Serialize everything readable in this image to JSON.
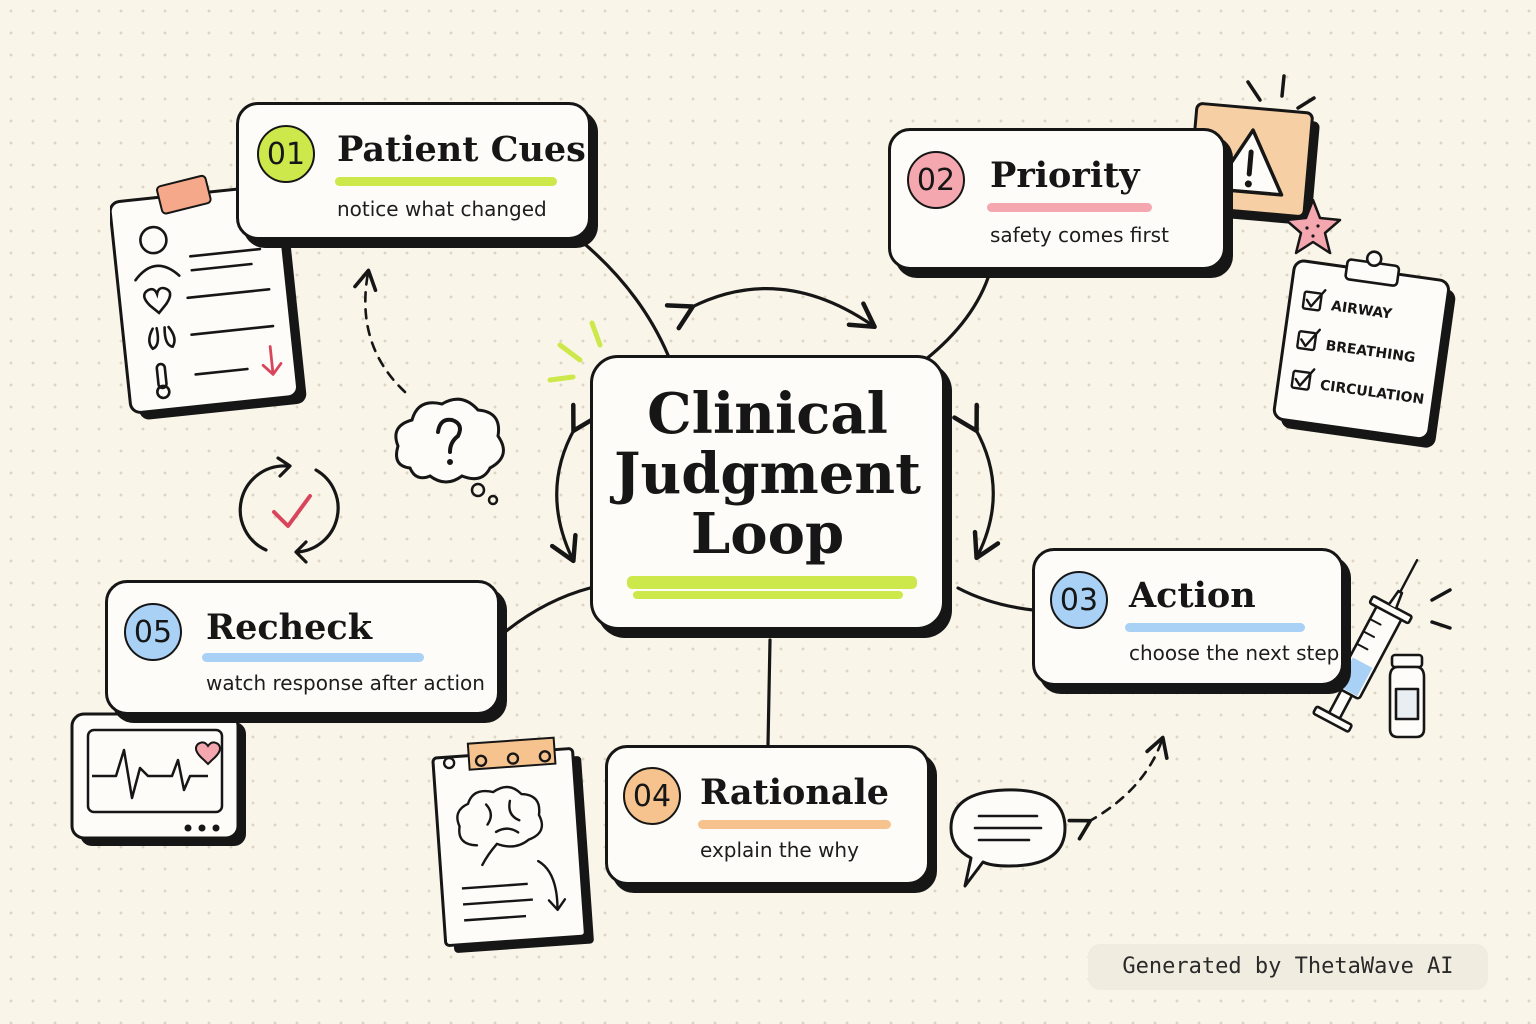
{
  "center": {
    "lines": [
      "Clinical",
      "Judgment",
      "Loop"
    ]
  },
  "steps": [
    {
      "number": "01",
      "title": "Patient Cues",
      "subtitle": "notice what changed",
      "color": "#cde84a"
    },
    {
      "number": "02",
      "title": "Priority",
      "subtitle": "safety comes first",
      "color": "#f5a7b0"
    },
    {
      "number": "03",
      "title": "Action",
      "subtitle": "choose the next step",
      "color": "#a9d0f5"
    },
    {
      "number": "04",
      "title": "Rationale",
      "subtitle": "explain the why",
      "color": "#f6c38f"
    },
    {
      "number": "05",
      "title": "Recheck",
      "subtitle": "watch response after action",
      "color": "#a9d0f5"
    }
  ],
  "checklist": {
    "items": [
      "AIRWAY",
      "BREATHING",
      "CIRCULATION"
    ]
  },
  "icons": {
    "cues": "patient-clipboard-icon",
    "question": "thought-bubble-question-icon",
    "recheck": "cycle-check-icon",
    "monitor": "heart-monitor-icon",
    "rationale": "brain-notepad-icon",
    "speech": "speech-bubble-icon",
    "warning": "warning-sign-icon",
    "star": "star-icon",
    "action": "syringe-vial-icon"
  },
  "colors": {
    "lime": "#cde84a",
    "pink": "#f5a7b0",
    "blue": "#a9d0f5",
    "orange": "#f6c38f",
    "ink": "#161616"
  },
  "footer": {
    "watermark": "Generated by ThetaWave AI"
  }
}
